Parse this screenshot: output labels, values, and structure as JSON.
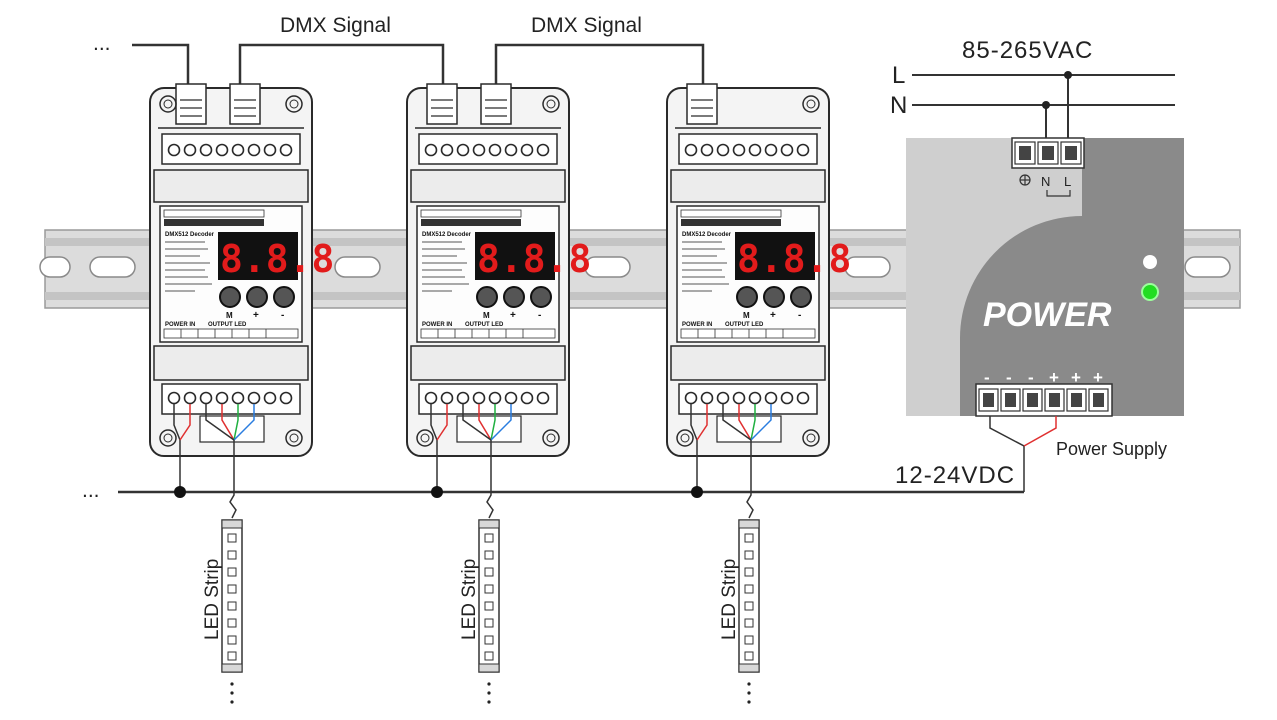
{
  "labels": {
    "dmx_signal_1": "DMX Signal",
    "dmx_signal_2": "DMX Signal",
    "ac_input": "85-265VAC",
    "live": "L",
    "neutral": "N",
    "dc_bus": "12-24VDC",
    "power_supply": "Power Supply",
    "continuation_top": "...",
    "continuation_left": "..."
  },
  "power_supply": {
    "brand_text": "POWER",
    "terminal_n": "N",
    "terminal_l": "L",
    "output_signs": [
      "-",
      "-",
      "-",
      "+",
      "+",
      "+"
    ]
  },
  "decoders": [
    {
      "title": "DMX512 Decoder",
      "display": "8.8.8",
      "buttons": [
        "M",
        "+",
        "-"
      ],
      "power_in": "POWER IN",
      "output_led": "OUTPUT LED",
      "strip_label": "LED Strip"
    },
    {
      "title": "DMX512 Decoder",
      "display": "8.8.8",
      "buttons": [
        "M",
        "+",
        "-"
      ],
      "power_in": "POWER IN",
      "output_led": "OUTPUT LED",
      "strip_label": "LED Strip"
    },
    {
      "title": "DMX512 Decoder",
      "display": "8.8.8",
      "buttons": [
        "M",
        "+",
        "-"
      ],
      "power_in": "POWER IN",
      "output_led": "OUTPUT LED",
      "strip_label": "LED Strip"
    }
  ],
  "colors": {
    "display_red": "#e21b1b",
    "led_green": "#22dd22",
    "wire_red": "#e03030",
    "wire_green": "#20b040",
    "wire_blue": "#2a7de0"
  }
}
